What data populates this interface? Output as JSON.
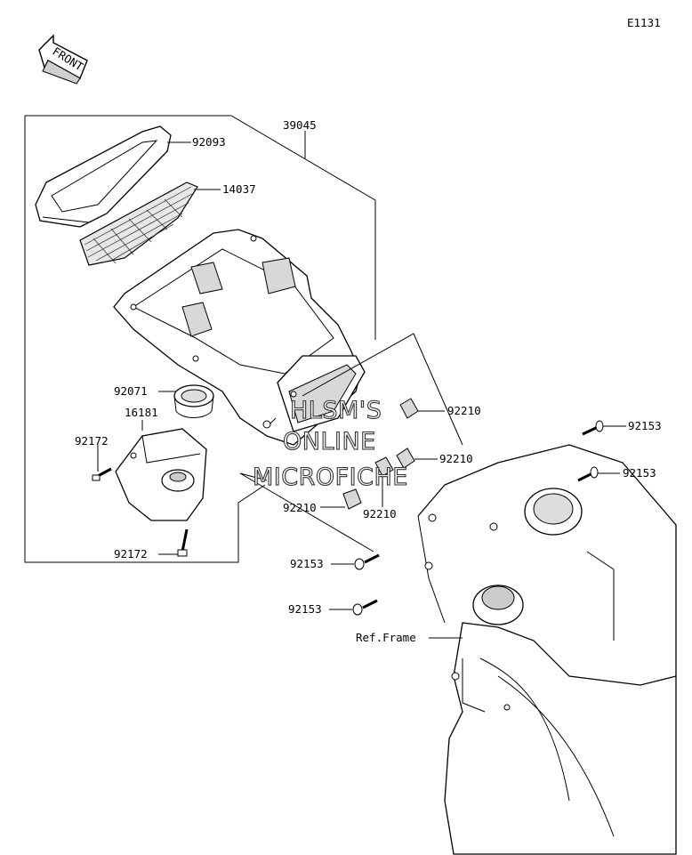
{
  "diagram": {
    "code": "E1131",
    "front_label": "FRONT",
    "assembly_label": "39045",
    "frame_label": "Ref.Frame",
    "watermark": [
      "HLSM'S",
      "ONLINE",
      "MICROFICHE"
    ],
    "parts": {
      "p92093": "92093",
      "p14037": "14037",
      "p92071": "92071",
      "p16181": "16181",
      "p92172a": "92172",
      "p92172b": "92172",
      "p92210a": "92210",
      "p92210b": "92210",
      "p92210c": "92210",
      "p92210d": "92210",
      "p92153a": "92153",
      "p92153b": "92153",
      "p92153c": "92153",
      "p92153d": "92153"
    }
  }
}
